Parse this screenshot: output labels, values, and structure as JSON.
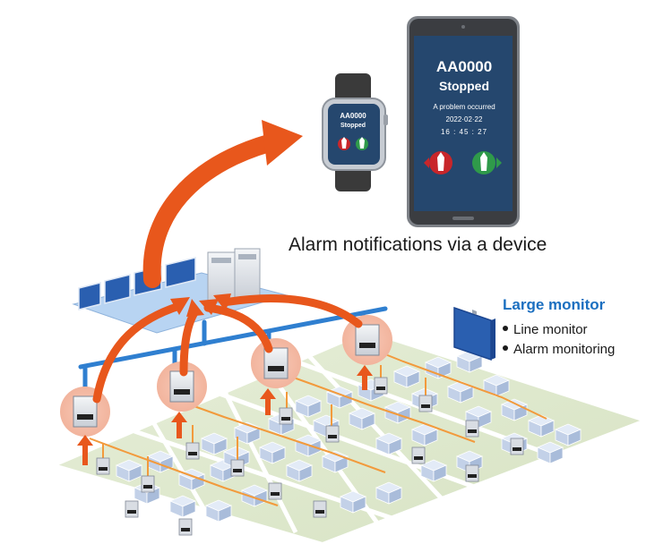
{
  "caption": "Alarm notifications via a device",
  "large_monitor": {
    "title": "Large monitor",
    "items": [
      "Line monitor",
      "Alarm monitoring"
    ]
  },
  "phone": {
    "machine_id": "AA0000",
    "status": "Stopped",
    "message": "A problem occurred",
    "date": "2022·02·22",
    "time": "16 : 45 : 27"
  },
  "watch": {
    "machine_id": "AA0000",
    "status": "Stopped"
  },
  "colors": {
    "arrow": "#e8571c",
    "network": "#2f7fd0",
    "signal": "#f29a3c",
    "accent_text": "#1b6fc0",
    "device_screen": "#25476e",
    "floor": "#e2ebd2",
    "machine": "#cdd9ec",
    "alarm_red": "#c8262a",
    "ok_green": "#2f9a4a"
  }
}
